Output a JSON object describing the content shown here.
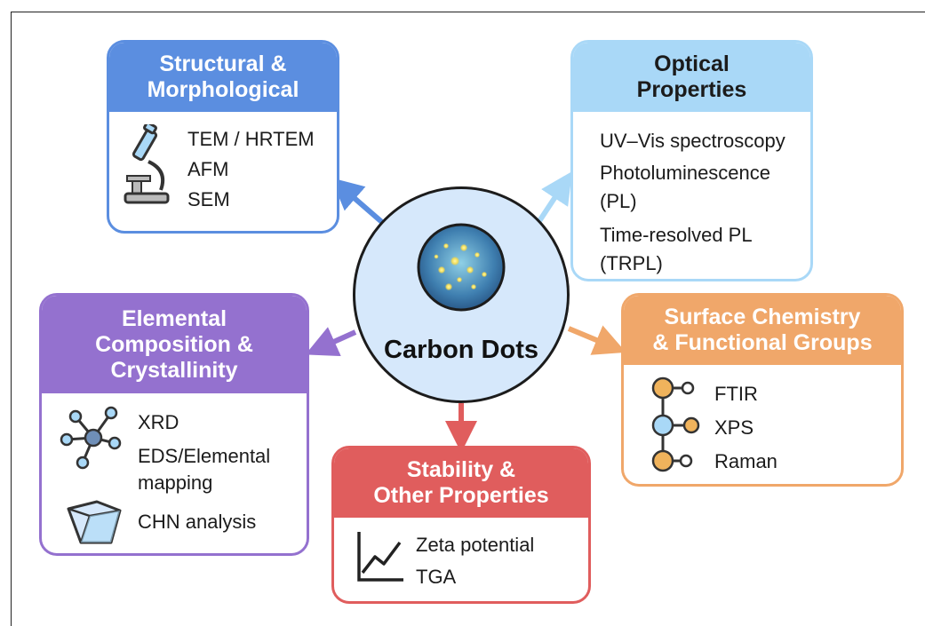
{
  "center": {
    "title": "Carbon Dots"
  },
  "cards": {
    "structural": {
      "title_lines": [
        "Structural &",
        "Morphological"
      ],
      "items": [
        "TEM / HRTEM",
        "AFM",
        "SEM"
      ],
      "icon": "microscope-icon",
      "color": "#5b8ee0"
    },
    "optical": {
      "title_lines": [
        "Optical",
        "Properties"
      ],
      "items": [
        "UV–Vis spectroscopy",
        "Photoluminescence",
        "(PL)",
        "Time-resolved PL",
        "(TRPL)"
      ],
      "color": "#a9d8f7"
    },
    "elemental": {
      "title_lines": [
        "Elemental",
        "Composition &",
        "Crystallinity"
      ],
      "items": [
        "XRD",
        "EDS/Elemental",
        "mapping",
        "CHN analysis"
      ],
      "icons": [
        "molecule-network-icon",
        "crystal-polyhedron-icon"
      ],
      "color": "#9471cf"
    },
    "surface": {
      "title_lines": [
        "Surface Chemistry",
        "& Functional Groups"
      ],
      "items": [
        "FTIR",
        "XPS",
        "Raman"
      ],
      "icon": "functional-group-molecule-icon",
      "color": "#f0a76a"
    },
    "stability": {
      "title_lines": [
        "Stability &",
        "Other Properties"
      ],
      "items": [
        "Zeta potential",
        "TGA"
      ],
      "icon": "line-graph-icon",
      "color": "#e05d5d"
    }
  }
}
